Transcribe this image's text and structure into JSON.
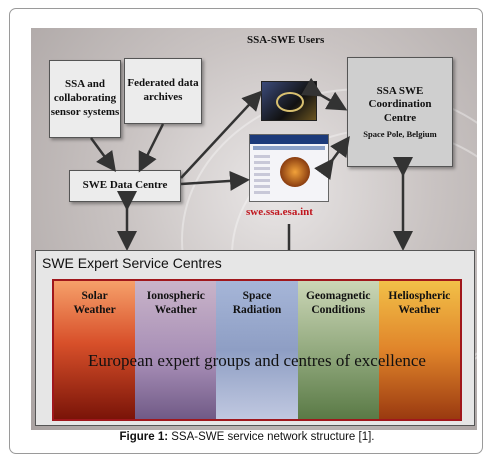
{
  "diagram": {
    "nodes": {
      "ssa_sensors": "SSA and collaborating sensor systems",
      "federated_archives": "Federated data archives",
      "data_centre": "SWE Data Centre",
      "users_title": "SSA-SWE Users",
      "website": "swe.ssa.esa.int",
      "coordination_title": "SSA SWE Coordination Centre",
      "coordination_location": "Space Pole, Belgium"
    },
    "expert": {
      "title": "SWE Expert Service Centres",
      "columns": [
        "Solar Weather",
        "Ionospheric Weather",
        "Space Radiation",
        "Geomagnetic Conditions",
        "Heliospheric Weather"
      ],
      "banner": "European expert groups and centres of excellence"
    }
  },
  "caption": {
    "label": "Figure 1:",
    "text": "SSA-SWE service network structure [1]."
  }
}
